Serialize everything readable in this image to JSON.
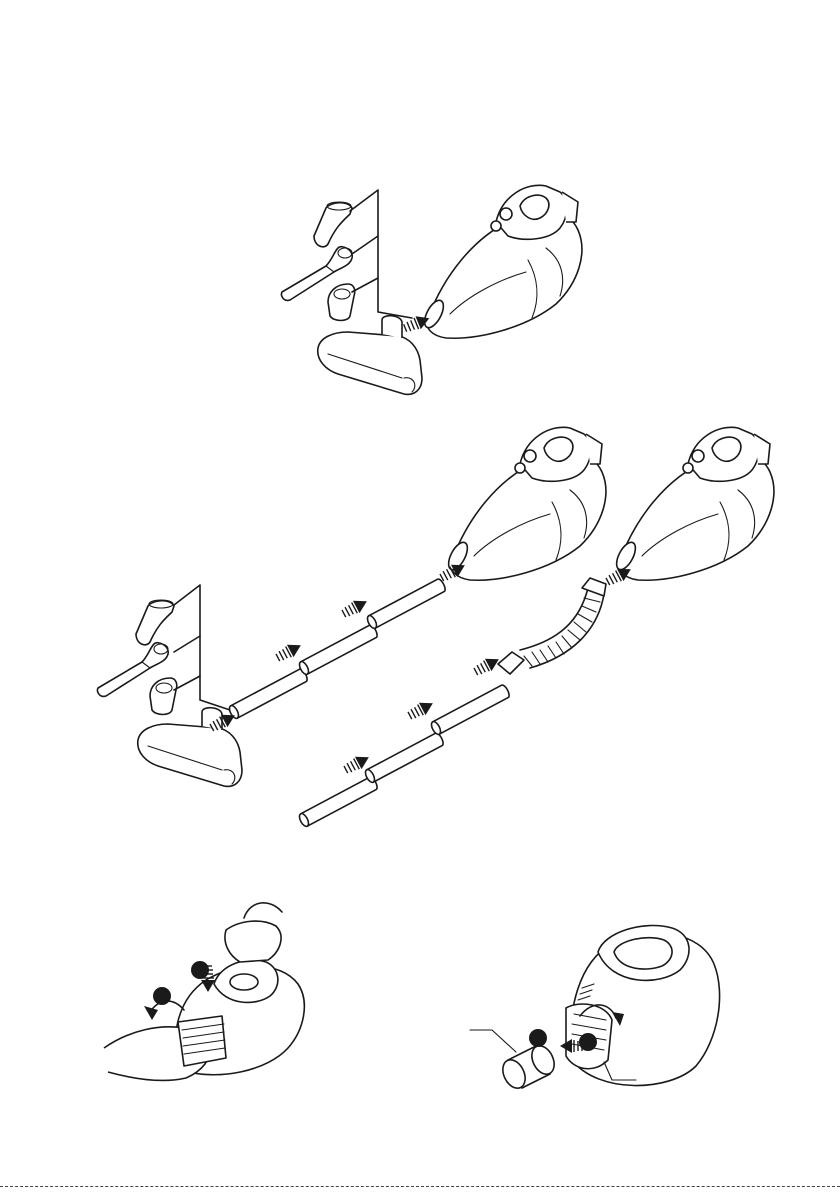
{
  "colors": {
    "line": "#1a1a1a",
    "paper": "#ffffff"
  },
  "sections": [
    {
      "id": "handheld-attachments",
      "description": ""
    },
    {
      "id": "extension-tube-assembly",
      "description": ""
    },
    {
      "id": "emptying-and-filter",
      "description": ""
    }
  ]
}
